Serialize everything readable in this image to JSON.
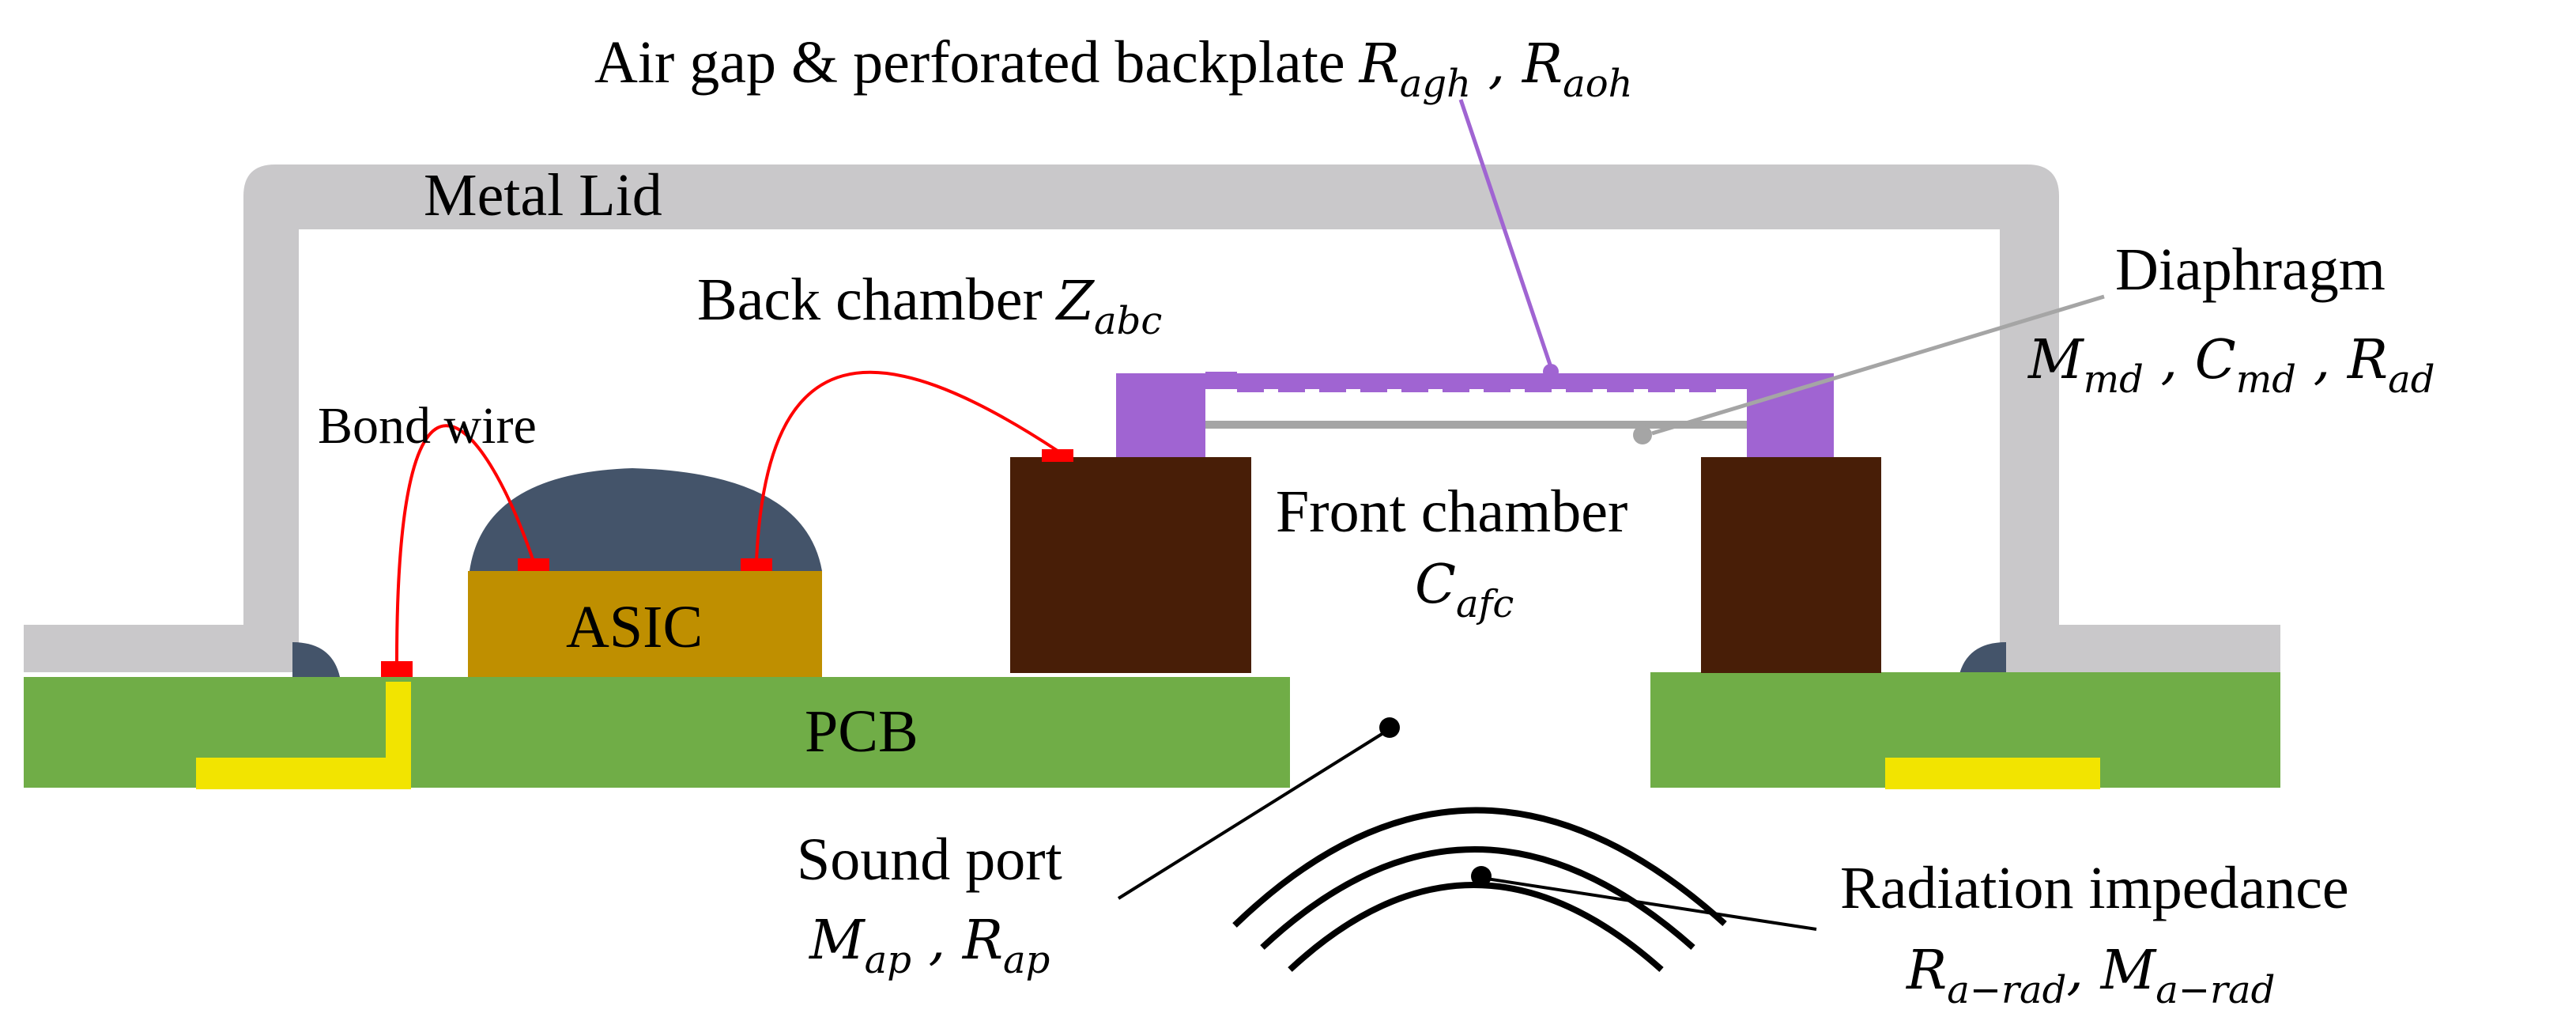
{
  "labels": {
    "air_gap": "Air gap & perforated backplate",
    "metal_lid": "Metal Lid",
    "back_chamber": "Back chamber",
    "diaphragm": "Diaphragm",
    "bond_wire": "Bond wire",
    "front_chamber": "Front chamber",
    "asic": "ASIC",
    "pcb": "PCB",
    "sound_port": "Sound port",
    "radiation_impedance": "Radiation impedance"
  },
  "symbols": {
    "R": "R",
    "Z": "Z",
    "M": "M",
    "C": "C",
    "comma": " , ",
    "comma_tight": ", ",
    "agh": "agh",
    "aoh": "aoh",
    "abc": "abc",
    "md": "md",
    "ad": "ad",
    "afc": "afc",
    "ap": "ap",
    "a_rad": "a−rad"
  },
  "colors": {
    "lid": "#c9c8ca",
    "pcb": "#70ad47",
    "asic": "#bf8f00",
    "dome": "#44546a",
    "mems_block": "#481e07",
    "backplate": "#a064d2",
    "diaphragm": "#a5a5a5",
    "bond_wire": "#ff0000",
    "trace": "#f2e400",
    "leader": "#000000"
  }
}
